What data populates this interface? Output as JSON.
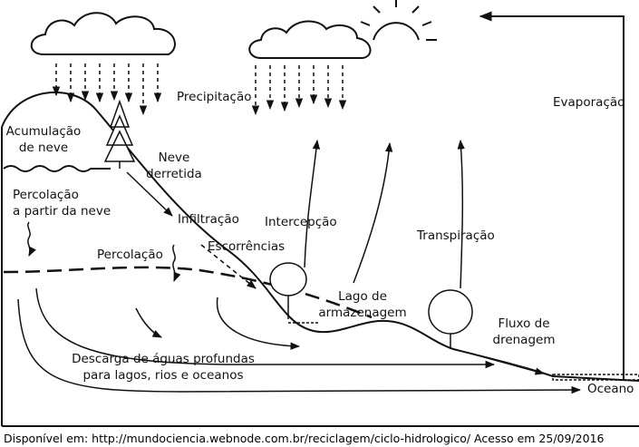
{
  "labels": {
    "precipitacao": "Precipitação",
    "evaporacao": "Evaporação",
    "acumulacao_neve": "Acumulação\nde neve",
    "neve_derretida": "Neve\nderretida",
    "percolacao_neve": "Percolação\na partir da neve",
    "infiltracao": "Infiltração",
    "intercepcao": "Intercepção",
    "transpiracao": "Transpiração",
    "escorrencias": "Escorrências",
    "percolacao": "Percolação",
    "lago_armazenagem": "Lago de\narmazenagem",
    "fluxo_drenagem": "Fluxo de\ndrenagem",
    "descarga": "Descarga de águas profundas\npara lagos, rios e oceanos",
    "oceano": "Oceano"
  },
  "source": "Disponível em: http://mundociencia.webnode.com.br/reciclagem/ciclo-hidrologico/ Acesso em 25/09/2016"
}
